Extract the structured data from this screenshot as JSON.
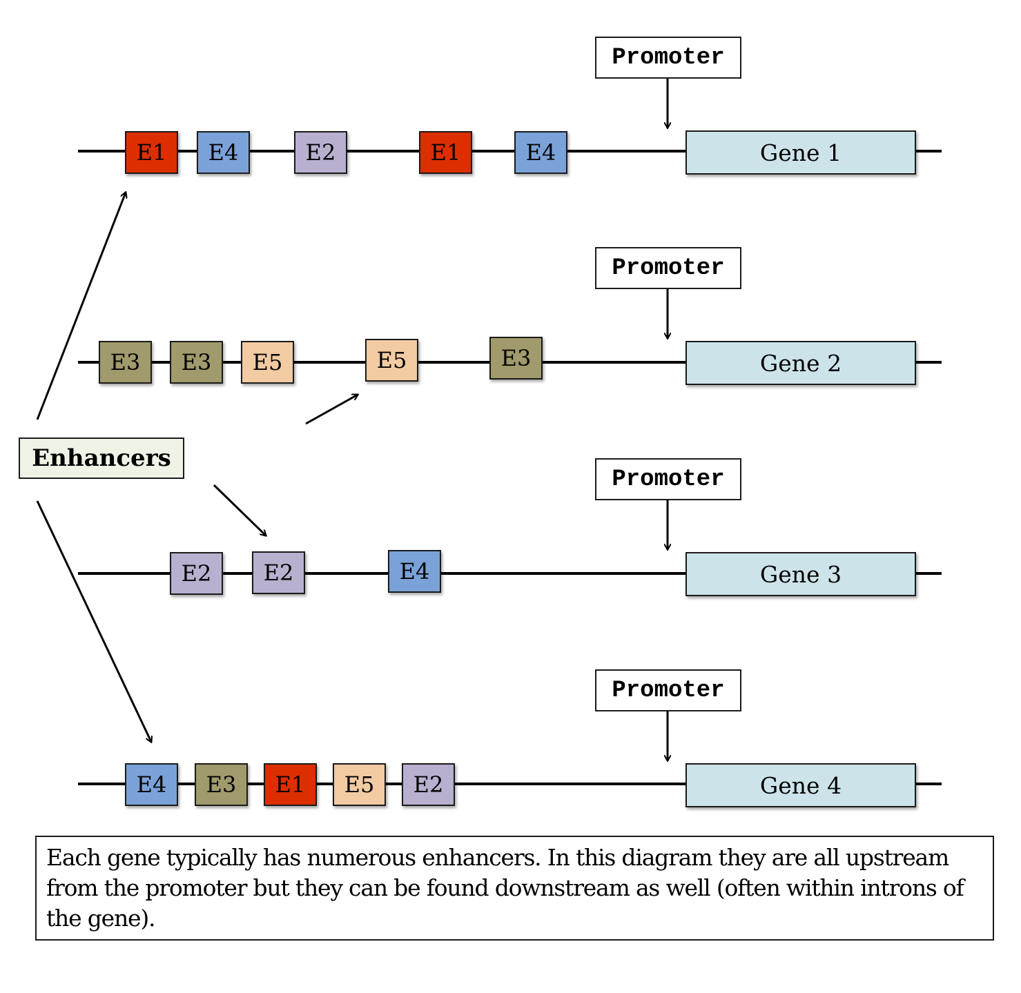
{
  "colors": {
    "E1": "#dd2e00",
    "E2": "#b9afcf",
    "E3": "#a09a6c",
    "E4": "#7aa2d8",
    "E5": "#f2cba3",
    "gene": "#cde3ea",
    "enhancers_label_bg": "#eef3e6"
  },
  "promoter_label": "Promoter",
  "enhancers_label": "Enhancers",
  "rows": [
    {
      "gene_label": "Gene 1",
      "enhancers": [
        "E1",
        "E4",
        "E2",
        "E1",
        "E4"
      ]
    },
    {
      "gene_label": "Gene 2",
      "enhancers": [
        "E3",
        "E3",
        "E5",
        "E5",
        "E3"
      ]
    },
    {
      "gene_label": "Gene 3",
      "enhancers": [
        "E2",
        "E2",
        "E4"
      ]
    },
    {
      "gene_label": "Gene 4",
      "enhancers": [
        "E4",
        "E3",
        "E1",
        "E5",
        "E2"
      ]
    }
  ],
  "caption": "Each gene typically has numerous enhancers. In this diagram they are all upstream from the promoter but they can be found downstream as well (often within introns of the gene)."
}
